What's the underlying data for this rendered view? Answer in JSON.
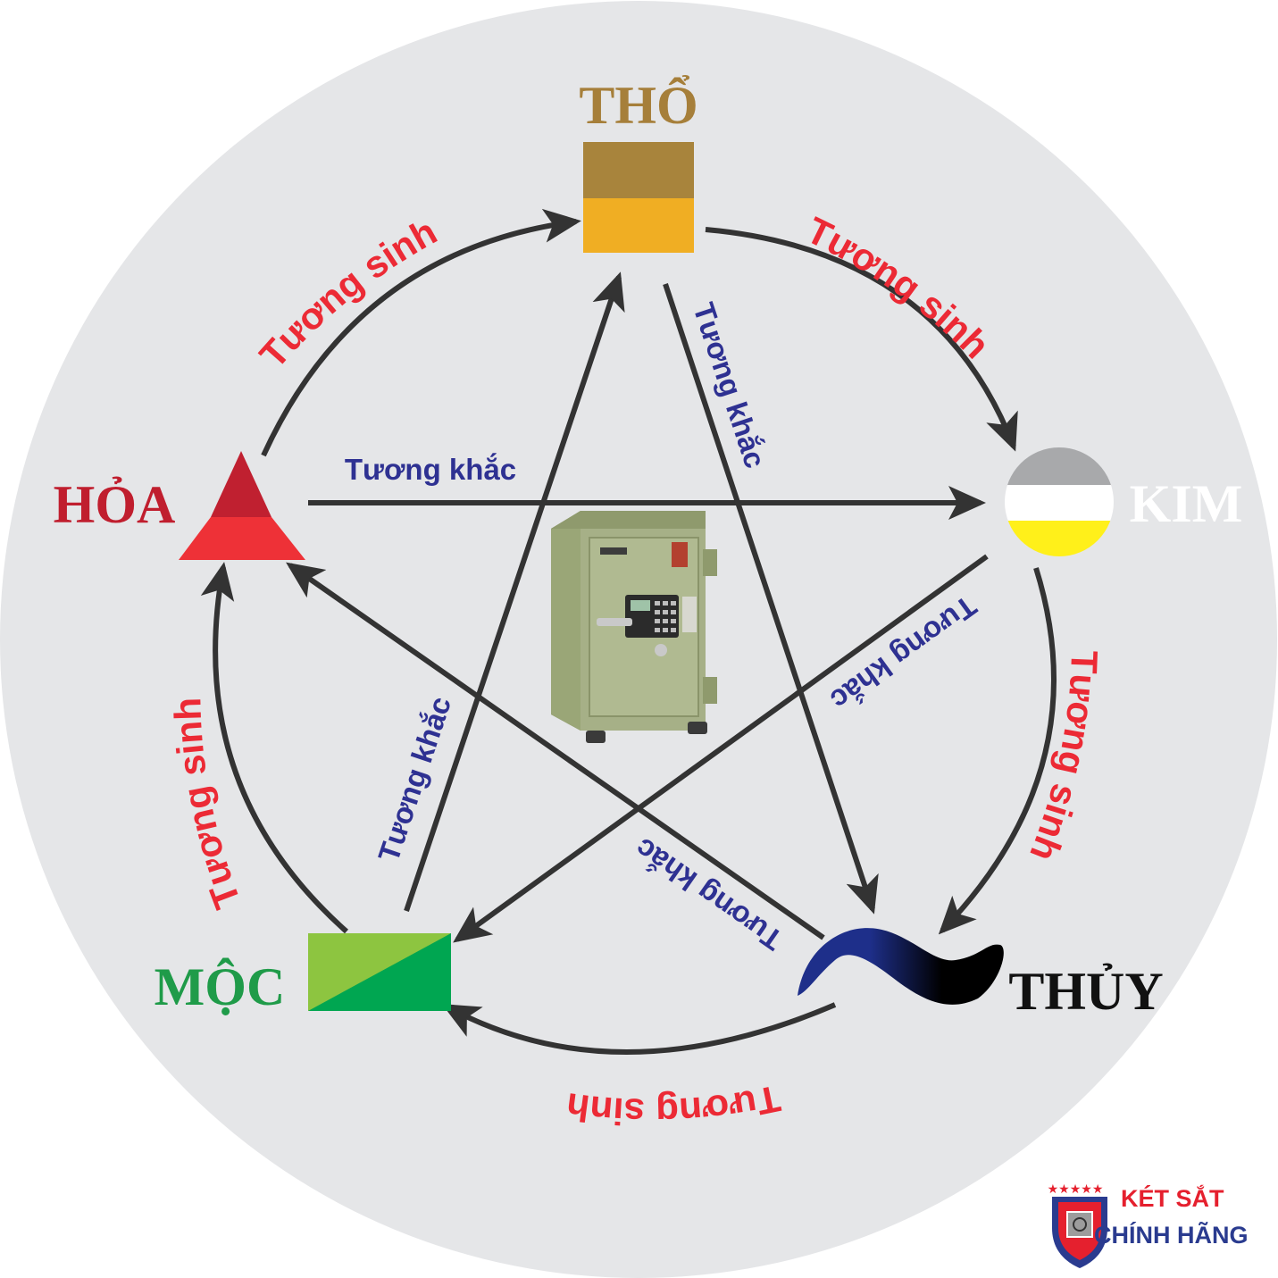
{
  "elements": {
    "tho": {
      "label": "THỔ",
      "color": "#a67f3a",
      "top_color": "#a8843c",
      "bottom_color": "#f0ae23"
    },
    "kim": {
      "label": "KIM",
      "color": "#ffffff",
      "top_color": "#a8a9ab",
      "mid_color": "#ffffff",
      "bottom_color": "#fff01a"
    },
    "thuy": {
      "label": "THỦY",
      "color": "#111111",
      "start_color": "#1e2f8a",
      "end_color": "#000000"
    },
    "moc": {
      "label": "MỘC",
      "color": "#1f9b49",
      "light_color": "#8dc540",
      "dark_color": "#00a651"
    },
    "hoa": {
      "label": "HỎA",
      "color": "#c01e2e",
      "top_color": "#c02030",
      "bottom_color": "#ee3137"
    }
  },
  "relations": {
    "generating_label": "Tương sinh",
    "generating_color": "#ec2a35",
    "overcoming_label": "Tương khắc",
    "overcoming_color": "#2e3192",
    "arrow_color": "#333333"
  },
  "center_icon": "safe-box-icon",
  "logo": {
    "line1": "KÉT SẮT",
    "line2": "CHÍNH HÃNG",
    "line1_color": "#e5202e",
    "line2_color": "#2a3b8f",
    "stars": "★★★★★"
  },
  "background_color": "#e5e6e8"
}
